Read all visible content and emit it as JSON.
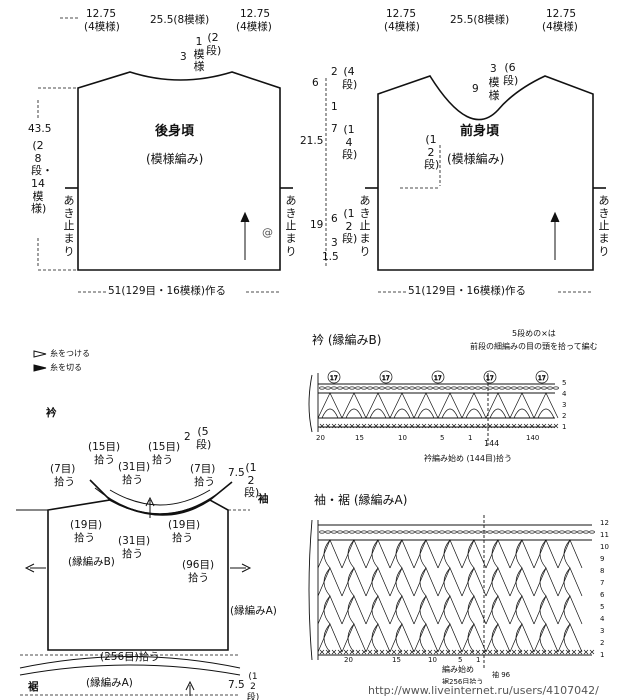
{
  "back": {
    "top_left": "12.75",
    "top_left_sub": "(4模様)",
    "top_mid": "25.5(8模様)",
    "top_right": "12.75",
    "top_right_sub": "(4模様)",
    "neck_stitches": "3",
    "neck_rows": "1\n模\n様",
    "neck_rows2": "(2\n段)",
    "height": "43.5",
    "height_sub": "(28段・14模様)",
    "title": "後身頃",
    "subtitle": "(模様編み)",
    "slit_left": "あき止まり",
    "slit_right": "あき止まり",
    "bottom": "51(129目・16模様)作る"
  },
  "front": {
    "top_left": "12.75",
    "top_left_sub": "(4模様)",
    "top_mid": "25.5(8模様)",
    "top_right": "12.75",
    "top_right_sub": "(4模様)",
    "left_6": "6",
    "left_2": "2",
    "left_4dan": "(4段)",
    "left_1": "1",
    "left_7": "7",
    "left_14dan": "(14段)",
    "left_215": "21.5",
    "left_19": "19",
    "left_6b": "6",
    "left_12dan": "(12段)",
    "left_3": "3",
    "left_15": "1.5",
    "neck_9": "9",
    "neck_3": "3",
    "neck_6dan": "(6段)",
    "neck_mk": "模様",
    "neck_12dan": "(12段)",
    "title": "前身頃",
    "subtitle": "(模様編み)",
    "slit_right": "あき止まり",
    "bottom": "51(129目・16模様)作る"
  },
  "legend": {
    "attach": "糸をつける",
    "cut": "糸を切る"
  },
  "assembly": {
    "collar_label": "衿",
    "l_7": "(7目)",
    "l_7b": "拾う",
    "l_15": "(15目)",
    "l_15b": "拾う",
    "l_31": "(31目)",
    "l_31b": "拾う",
    "r_15": "(15目)",
    "r_15b": "拾う",
    "r_7": "(7目)",
    "r_7b": "拾う",
    "n_2": "2",
    "n_5dan": "(5段)",
    "s_75": "7.5",
    "s_12dan": "(12段)",
    "sleeve_label": "袖",
    "i_19l": "(19目)",
    "i_19lb": "拾う",
    "i_31": "(31目)",
    "i_31b": "拾う",
    "i_19r": "(19目)",
    "i_19rb": "拾う",
    "edge_b": "(縁編みB)",
    "r_96": "(96目)",
    "r_96b": "拾う",
    "edge_a_right": "(縁編みA)",
    "hem_256": "(256目)拾う",
    "hem_label": "裾",
    "hem_edge": "(縁編みA)",
    "b_75": "7.5",
    "b_12dan": "(12段)"
  },
  "chart_b": {
    "title": "衿 (縁編みB)",
    "note1": "5段めの×は",
    "note2": "前段の細編みの目の頭を拾って編む",
    "rows": [
      "5",
      "4",
      "3",
      "2",
      "1"
    ],
    "xticks": [
      "20",
      "15",
      "10",
      "5",
      "1",
      "140"
    ],
    "start_num": "144",
    "start_label": "衿編み始め (144目)拾う",
    "circle": "17"
  },
  "chart_a": {
    "title": "袖・裾 (縁編みA)",
    "rows": [
      "12",
      "11",
      "10",
      "9",
      "8",
      "7",
      "6",
      "5",
      "4",
      "3",
      "2",
      "1"
    ],
    "xticks": [
      "20",
      "15",
      "10",
      "5",
      "1"
    ],
    "start_label": "編み始め",
    "start_sub": "袖 96",
    "start_sub2": "裾256目拾う"
  },
  "watermark": "http://www.liveinternet.ru/users/4107042/"
}
